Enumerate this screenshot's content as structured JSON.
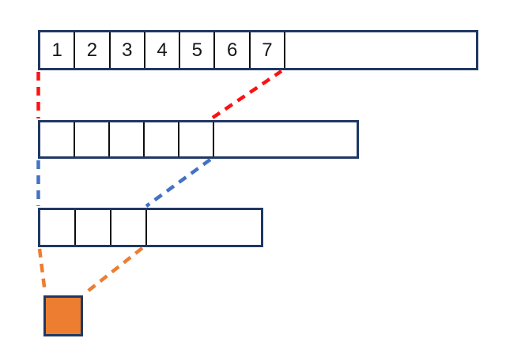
{
  "diagram": {
    "description_visible_text_only": true,
    "arrays": [
      {
        "level": 1,
        "num_small_cells": 7,
        "cells": [
          "1",
          "2",
          "3",
          "4",
          "5",
          "6",
          "7"
        ],
        "has_long_empty_remainder": true
      },
      {
        "level": 2,
        "num_small_cells": 5,
        "cells": [
          "",
          "",
          "",
          "",
          ""
        ],
        "has_long_empty_remainder": true
      },
      {
        "level": 3,
        "num_small_cells": 3,
        "cells": [
          "",
          "",
          ""
        ],
        "has_long_empty_remainder": true
      },
      {
        "level": 4,
        "num_small_cells": 1,
        "cells": [
          ""
        ],
        "highlighted": true
      }
    ],
    "connectors": [
      {
        "id": "red-left",
        "color": "#fb1212",
        "from": "array-1 bottom-left corner",
        "to": "array-2 top-left corner"
      },
      {
        "id": "red-right",
        "color": "#fb1212",
        "from": "array-1 bottom edge after cell 7",
        "to": "array-2 top edge after cell 5"
      },
      {
        "id": "blue-left",
        "color": "#4472c4",
        "from": "array-2 bottom-left corner",
        "to": "array-3 top-left corner"
      },
      {
        "id": "blue-right",
        "color": "#4472c4",
        "from": "array-2 bottom edge after cell 5",
        "to": "array-3 top edge after cell 3"
      },
      {
        "id": "orange-left",
        "color": "#ed7d31",
        "from": "array-3 bottom-left corner",
        "to": "highlight-square top-left corner"
      },
      {
        "id": "orange-right",
        "color": "#ed7d31",
        "from": "array-3 bottom edge after cell 3",
        "to": "highlight-square top-right corner"
      }
    ],
    "colors": {
      "array_border": "#1f3864",
      "cell_divider": "#0d0d0d",
      "red_connector": "#fb1212",
      "blue_connector": "#4472c4",
      "orange_connector": "#ed7d31",
      "highlight_fill": "#ed7d31",
      "background": "#ffffff"
    }
  }
}
